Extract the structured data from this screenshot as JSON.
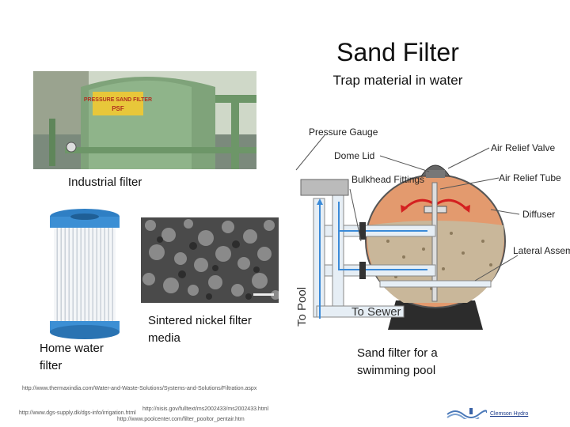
{
  "slide": {
    "title": "Sand Filter",
    "subtitle": "Trap material in water",
    "captions": {
      "industrial": "Industrial filter",
      "home": "Home water filter",
      "sintered": "Sintered nickel filter media",
      "pool": "Sand filter for a swimming pool"
    },
    "industrial_tank_label": "PRESSURE SAND FILTER PSF",
    "diagram": {
      "labels": {
        "pressure_gauge": "Pressure Gauge",
        "dome_lid": "Dome Lid",
        "air_relief_valve": "Air Relief Valve",
        "bulkhead_fittings": "Bulkhead Fittings",
        "air_relief_tube": "Air Relief Tube",
        "diffuser": "Diffuser",
        "lateral_assembly": "Lateral Assembly",
        "to_pool": "To Pool",
        "to_sewer": "To Sewer"
      }
    },
    "urls": {
      "u1": "http://www.thermaxindia.com/Water-and-Waste-Solutions/Systems-and-Solutions/Filtration.aspx",
      "u2": "http://www.dgs-supply.dk/dgs-info/irrigation.html",
      "u3": "http://nisis.gov/fulltext/ms2002433/ms2002433.html",
      "u4": "http://www.poolcenter.com/filter_pooltor_pentair.htm"
    },
    "logo": {
      "text": "Clemson Hydro"
    }
  }
}
